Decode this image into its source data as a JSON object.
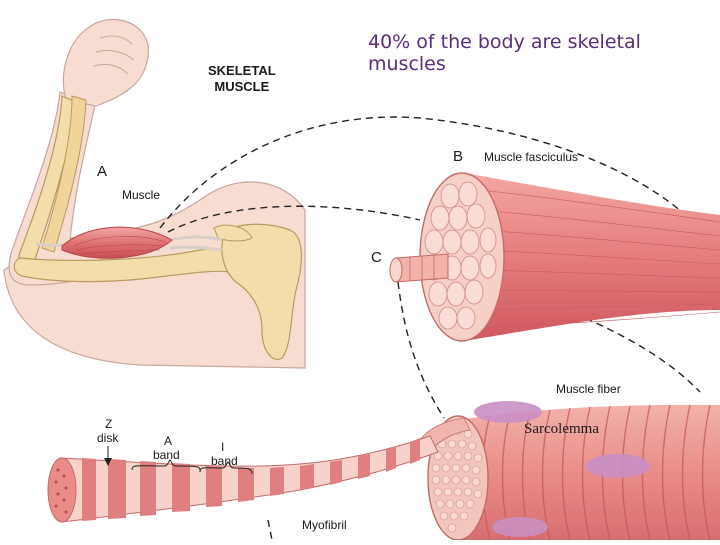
{
  "caption": "40% of the body are skeletal muscles",
  "title_line1": "SKELETAL",
  "title_line2": "MUSCLE",
  "labels": {
    "a": "A",
    "b": "B",
    "c": "C",
    "muscle": "Muscle",
    "muscle_fasciculus": "Muscle fasciculus",
    "muscle_fiber": "Muscle fiber",
    "sarcolemma": "Sarcolemma",
    "z_disk_1": "Z",
    "z_disk_2": "disk",
    "a_band_1": "A",
    "a_band_2": "band",
    "i_band_1": "I",
    "i_band_2": "band",
    "myofibril": "Myofibril"
  },
  "colors": {
    "skin": "#f7dcd2",
    "skin_outline": "#c9a79c",
    "bone": "#f3deab",
    "bone_outline": "#b99a5e",
    "muscle": "#e87a7a",
    "muscle_dark": "#c9494e",
    "fiber_light": "#f5b3ad",
    "membrane": "#c98fc4",
    "caption": "#5a2d7a"
  }
}
